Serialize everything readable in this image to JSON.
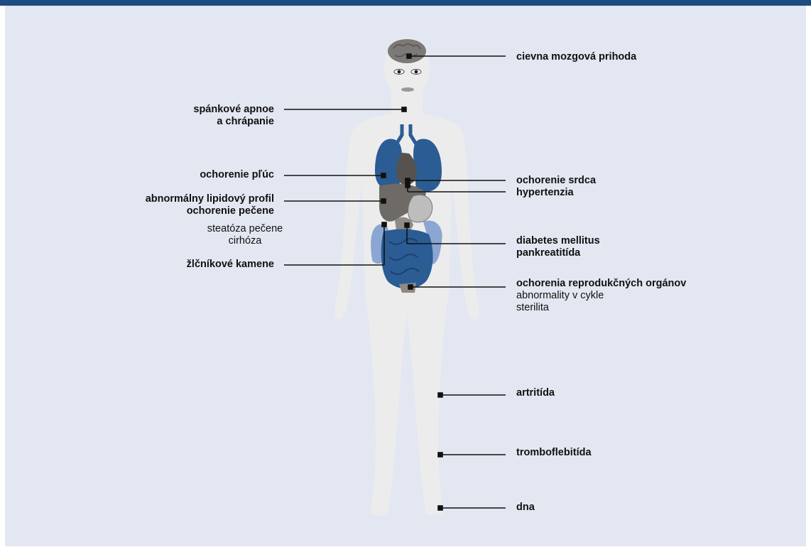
{
  "colors": {
    "top_bar": "#1c4c80",
    "background": "#e3e7f1",
    "body_silhouette": "#ededed",
    "organ_blue": "#2b5c94",
    "organ_light_blue": "#8ca6d3",
    "organ_gray": "#6e6a66",
    "leader_line": "#111111"
  },
  "labels": {
    "stroke": "cievna mozgová prihoda",
    "sleep_apnea_1": "spánkové apnoe",
    "sleep_apnea_2": "a chrápanie",
    "lung": "ochorenie pľúc",
    "heart": "ochorenie srdca",
    "hypertension": "hypertenzia",
    "lipid": "abnormálny lipidový profil",
    "liver": "ochorenie pečene",
    "steatosis": "steatóza pečene",
    "cirrhosis": "cirhóza",
    "diabetes": "diabetes mellitus",
    "pancreatitis": "pankreatitída",
    "gallstones": "žlčníkové kamene",
    "reproductive": "ochorenia reprodukčných orgánov",
    "cycle": "abnormality v cykle",
    "sterility": "sterilita",
    "arthritis": "artritída",
    "thrombophlebitis": "tromboflebitída",
    "gout": "dna"
  }
}
